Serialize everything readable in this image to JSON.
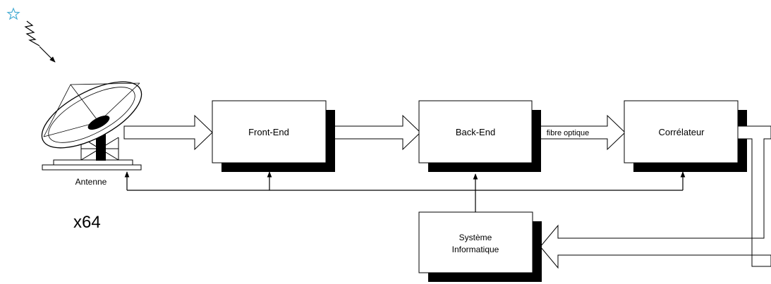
{
  "blocks": {
    "front_end": "Front-End",
    "back_end": "Back-End",
    "correlateur": "Corrélateur",
    "systeme_line1": "Système",
    "systeme_line2": "Informatique"
  },
  "labels": {
    "antenne": "Antenne",
    "multiplier": "x64",
    "fibre": "fibre optique"
  },
  "icons": {
    "star": "star-icon",
    "wave": "radio-wave-icon",
    "antenna": "dish-antenna-icon"
  },
  "colors": {
    "star": "#8fd3ec",
    "line": "#000000",
    "shadow": "#000000",
    "background": "#ffffff"
  }
}
